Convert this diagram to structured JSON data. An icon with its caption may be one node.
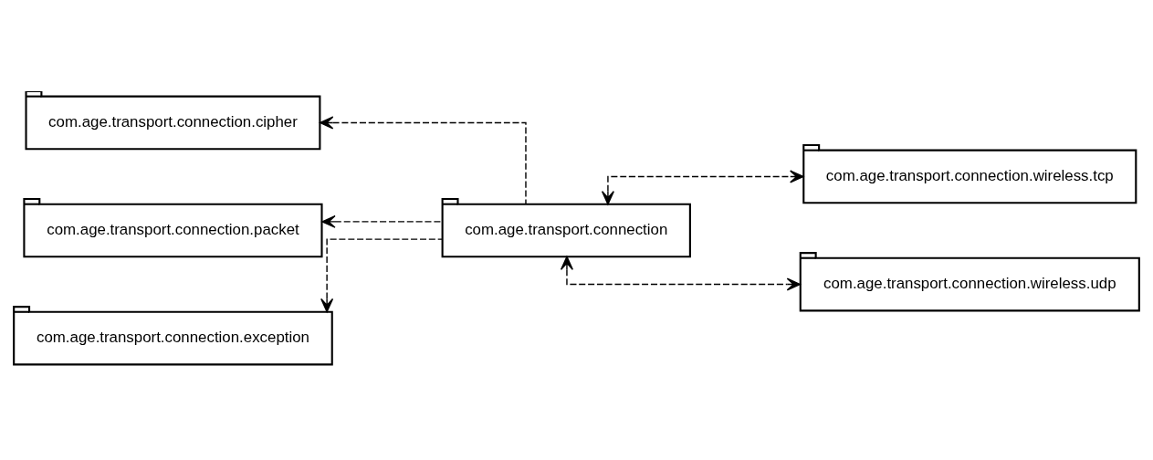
{
  "diagram": {
    "nodes": [
      {
        "text": [
          "com.age.transport.connection.cipher"
        ]
      },
      {
        "text": [
          "com.age.transport.connection.wireless.tcp"
        ]
      },
      {
        "text": [
          "com.age.transport.connection.packet"
        ]
      },
      {
        "text": [
          "com.age.transport.connection"
        ]
      },
      {
        "text": [
          "com.age.transport.connection.exception"
        ]
      },
      {
        "text": [
          "com.age.transport.connection.wireless.udp"
        ]
      }
    ],
    "edges": [
      {
        "from": 3,
        "to": 0,
        "arrow": "to",
        "style": "dashed"
      },
      {
        "from": 3,
        "to": 1,
        "arrow": "both",
        "style": "dashed"
      },
      {
        "from": 3,
        "to": 2,
        "arrow": "to",
        "style": "dashed"
      },
      {
        "from": 3,
        "to": 4,
        "arrow": "to",
        "style": "dashed"
      },
      {
        "from": 3,
        "to": 5,
        "arrow": "both",
        "style": "dashed"
      }
    ]
  }
}
